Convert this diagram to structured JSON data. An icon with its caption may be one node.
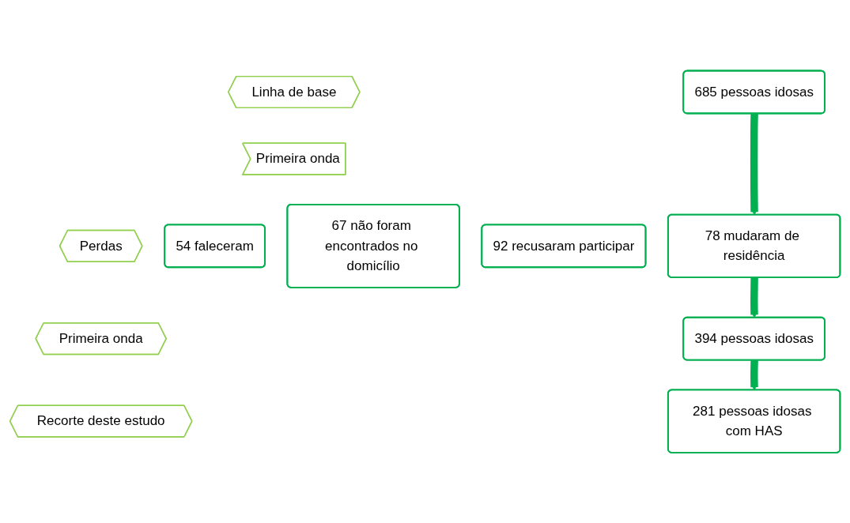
{
  "diagram": {
    "nodes": [
      {
        "text": [
          "Linha de base"
        ]
      },
      {
        "text": [
          "685 pessoas idosas"
        ]
      },
      {
        "text": [
          "Primeira onda"
        ]
      },
      {
        "text": [
          "54 faleceram"
        ]
      },
      {
        "text": [
          "78 mudaram de residência"
        ]
      },
      {
        "text": [
          "67 não foram encontrados no domicílio"
        ]
      },
      {
        "text": [
          "92 recusaram participar"
        ]
      },
      {
        "text": [
          "Perdas"
        ]
      },
      {
        "text": [
          "Primeira onda"
        ]
      },
      {
        "text": [
          "394 pessoas idosas"
        ]
      },
      {
        "text": [
          "Recorte deste estudo"
        ]
      },
      {
        "text": [
          "281 pessoas idosas com HAS"
        ]
      }
    ],
    "edges": [
      {
        "from": 1,
        "to": 4,
        "arrow": "to"
      },
      {
        "from": 4,
        "to": 9,
        "arrow": "to"
      },
      {
        "from": 9,
        "to": 11,
        "arrow": "to"
      }
    ]
  }
}
